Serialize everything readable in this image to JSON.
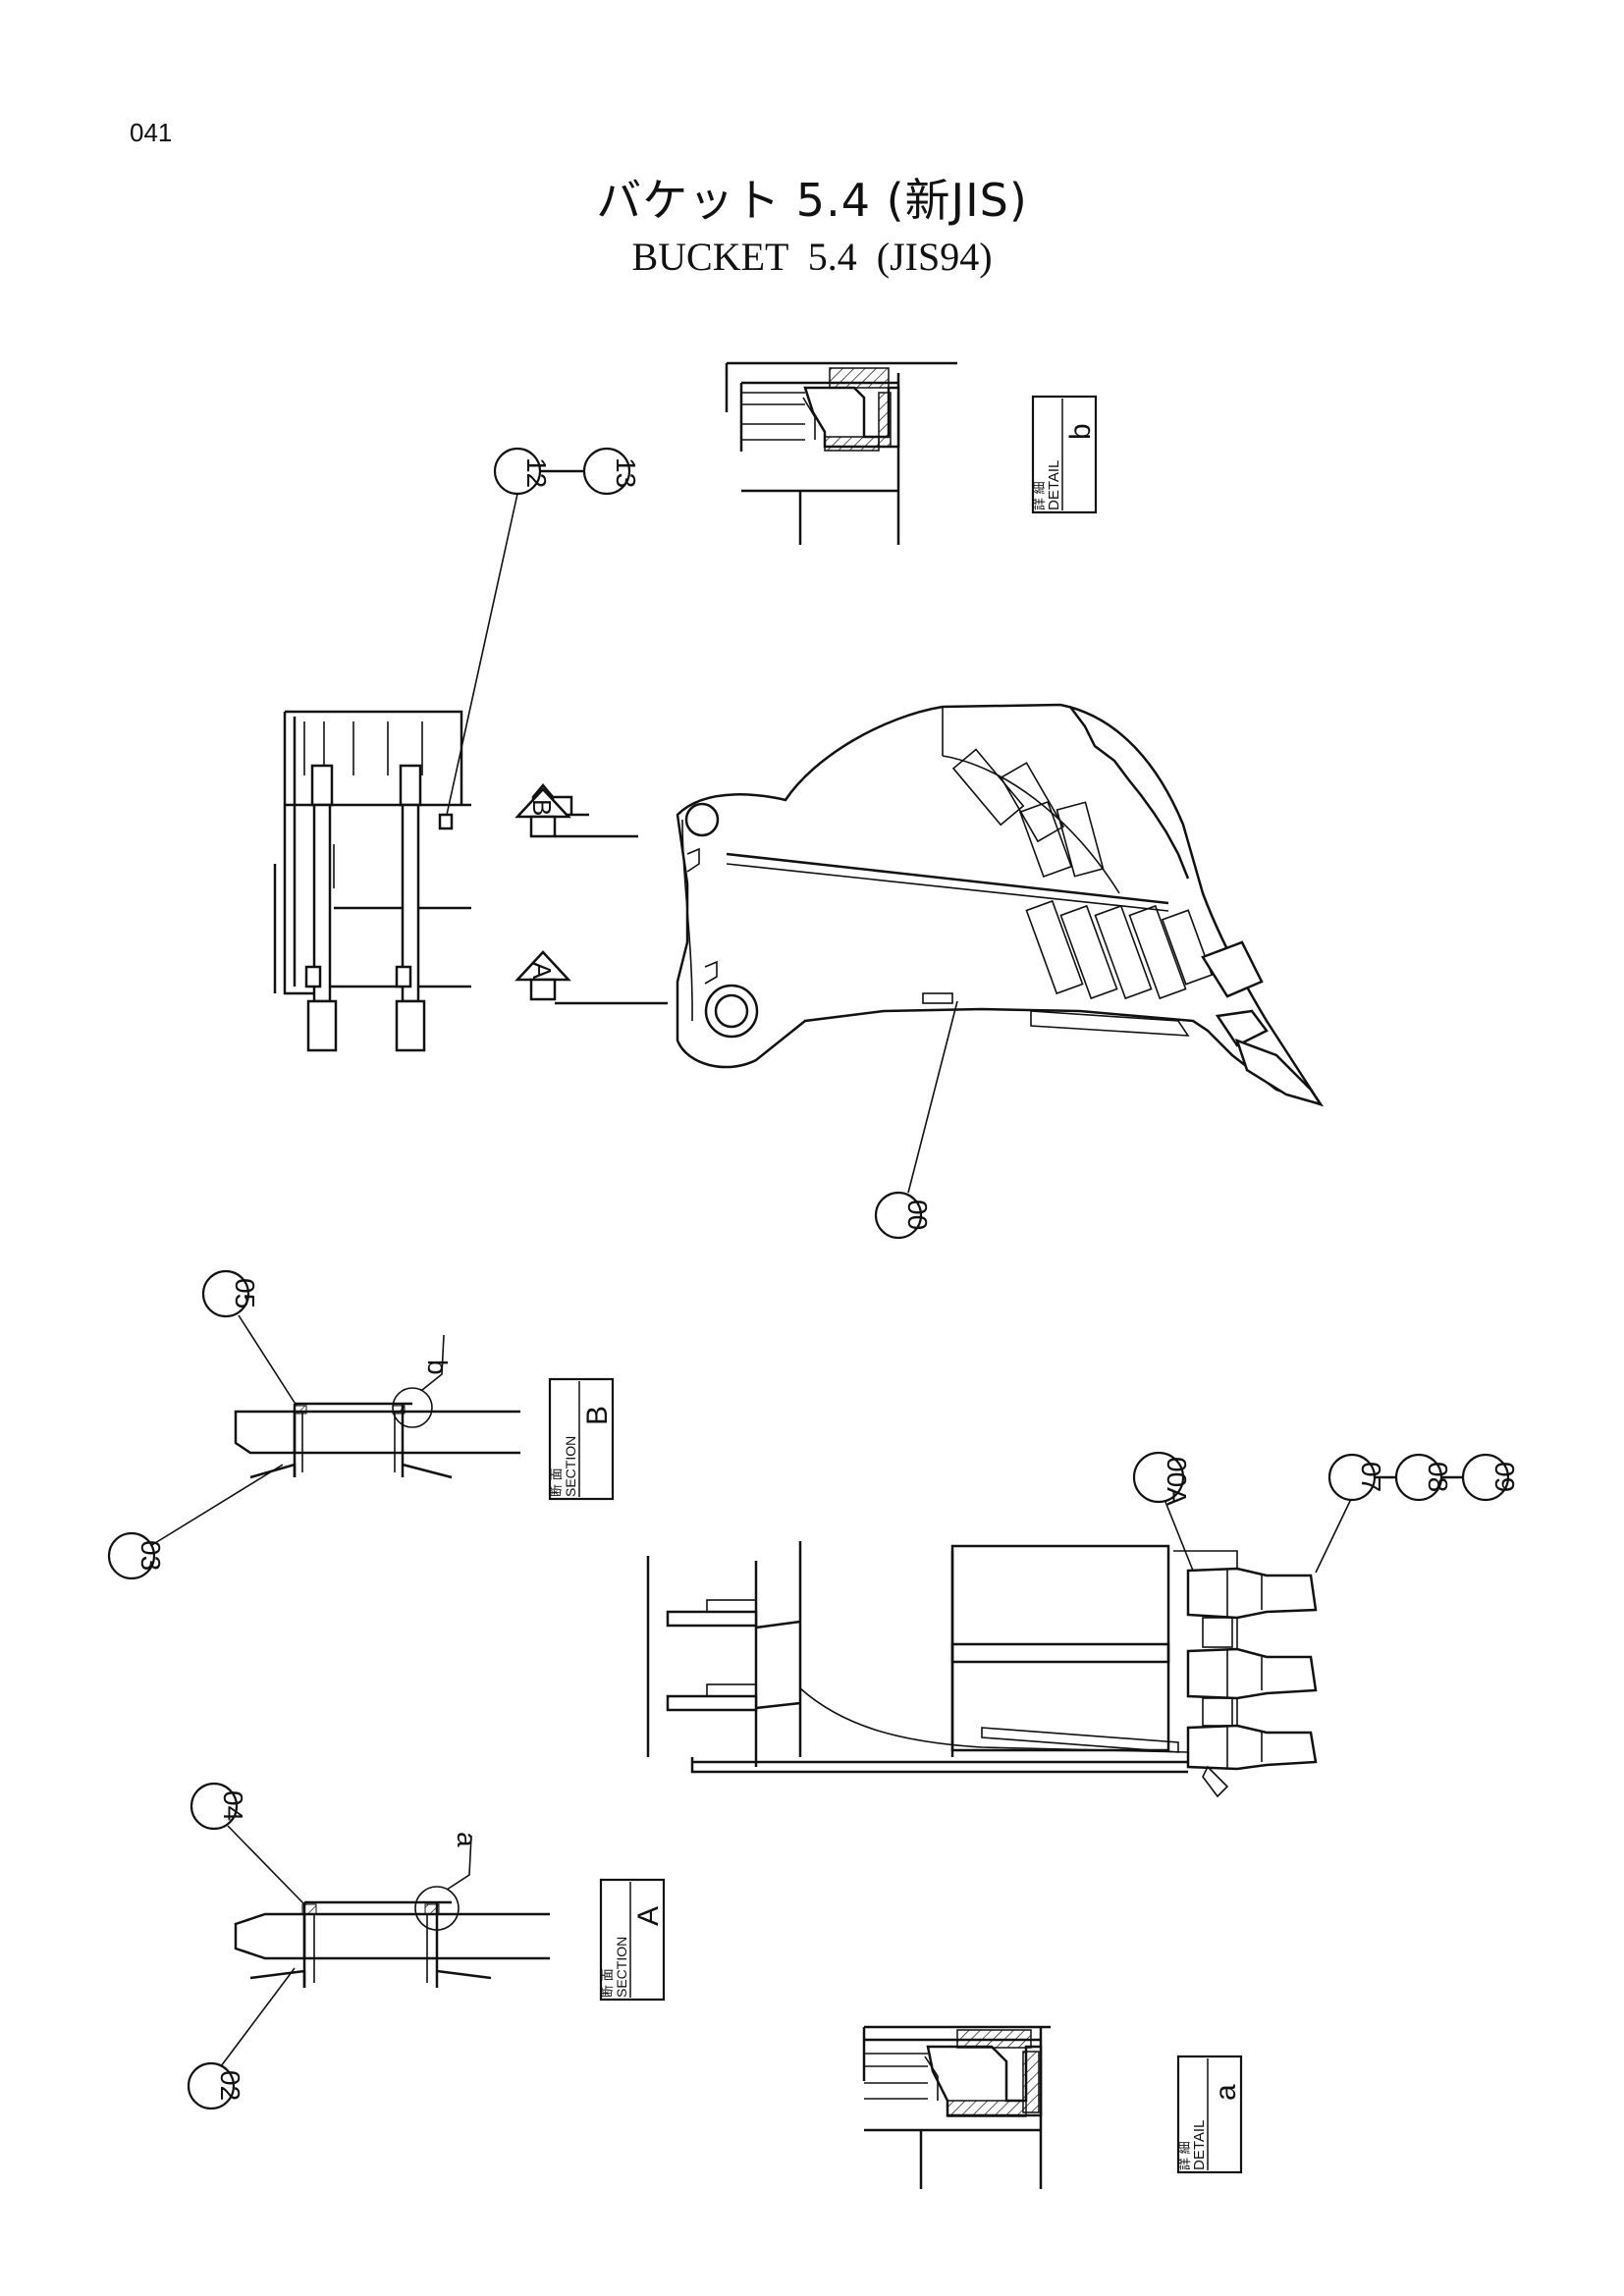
{
  "page_number": "041",
  "title_jp": "バケット 5.4 (新JIS)",
  "title_en": "BUCKET 5.4 (JIS94)",
  "balloons": {
    "b12": "12",
    "b13": "13",
    "b00": "00",
    "b05": "05",
    "b03": "03",
    "b04": "04",
    "b02": "02",
    "b00A": "00A",
    "b07": "07",
    "b08": "08",
    "b09": "09"
  },
  "view_arrows": {
    "a": "A",
    "b": "B"
  },
  "detail_marks": {
    "a": "a",
    "b": "b"
  },
  "boxes": {
    "detail_b": {
      "jp": "詳 細",
      "en": "DETAIL",
      "letter": "b"
    },
    "section_b": {
      "jp": "断 面",
      "en": "SECTION",
      "letter": "B"
    },
    "section_a": {
      "jp": "断 面",
      "en": "SECTION",
      "letter": "A"
    },
    "detail_a": {
      "jp": "詳 細",
      "en": "DETAIL",
      "letter": "a"
    }
  }
}
